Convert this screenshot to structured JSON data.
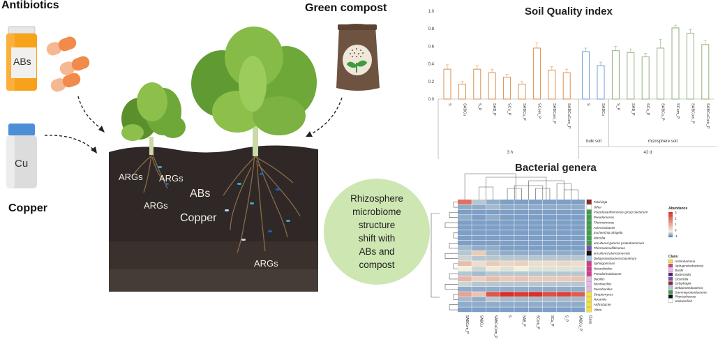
{
  "labels": {
    "antibiotics": "Antibiotics",
    "green_compost": "Green compost",
    "copper": "Copper",
    "abs_jar": "ABs",
    "cu_jar": "Cu",
    "args1": "ARGs",
    "args2": "ARGs",
    "args3": "ARGs",
    "args4": "ARGs",
    "soil_abs": "ABs",
    "soil_copper": "Copper",
    "bubble": "Rhizosphere\nmicrobiome\nstructure\nshift with\nABs and\ncompost"
  },
  "chart_data": [
    {
      "type": "bar",
      "title": "Soil Quality index",
      "ylim": [
        0,
        1.0
      ],
      "yticks": [
        "0.0",
        "0.2",
        "0.4",
        "0.6",
        "0.8",
        "1.0"
      ],
      "categories": [
        "S",
        "SABCu",
        "S_P",
        "SAB_P",
        "SCu_P",
        "SABCu_P",
        "SCom_P",
        "SABCom_P",
        "SABCuCom_P",
        "S",
        "SABCu",
        "S_P",
        "SAB_P",
        "SCu_P",
        "SABCu_P",
        "SCom_P",
        "SABCom_P",
        "SABCuCom_P"
      ],
      "values": [
        0.34,
        0.17,
        0.34,
        0.3,
        0.25,
        0.17,
        0.58,
        0.33,
        0.3,
        0.54,
        0.38,
        0.55,
        0.53,
        0.48,
        0.58,
        0.81,
        0.75,
        0.62
      ],
      "errors": [
        0.05,
        0.03,
        0.04,
        0.04,
        0.03,
        0.03,
        0.06,
        0.04,
        0.04,
        0.04,
        0.04,
        0.05,
        0.04,
        0.04,
        0.1,
        0.03,
        0.04,
        0.05
      ],
      "groups": [
        {
          "label": "3 h",
          "from": 0,
          "to": 8
        },
        {
          "label": "bulk soil",
          "from": 9,
          "to": 10
        },
        {
          "label": "42 d",
          "from": 9,
          "to": 17
        },
        {
          "label": "rhizosphere soil",
          "from": 11,
          "to": 17
        }
      ],
      "colors": {
        "early": "#d9904f",
        "bulk": "#6e9fd6",
        "late": "#8fb07a"
      }
    },
    {
      "type": "heatmap",
      "title": "Bacterial genera",
      "columns": [
        "SABCom_P",
        "SABCu",
        "SABCuCom_P",
        "S",
        "SAB_P",
        "SCom_P",
        "SCu_P",
        "S_P",
        "SABCu_P"
      ],
      "rows": [
        "Fulvivirga",
        "Other",
        "Pseudoxanthomonas group bacterium",
        "Pseudomonas",
        "Thermomonas",
        "Achromobacter",
        "Escherichia-Shigella",
        "Massilia",
        "uncultured gamma proteobacterium",
        "Thermodesulfitimonas",
        "uncultured planctomycete",
        "Deltaproteobacteria bacterium",
        "Sphingomonas",
        "Nocardioides",
        "Pseudorhodobacter",
        "Bacillus",
        "Brevibacillus",
        "Paenibacillus",
        "Streptomyces",
        "Nocardia",
        "Arthrobacter",
        "Vibrio"
      ],
      "row_class": [
        "Cytophagia",
        "Unclassified",
        "Gammaproteobacteria",
        "Gammaproteobacteria",
        "Gammaproteobacteria",
        "Gammaproteobacteria",
        "Gammaproteobacteria",
        "Gammaproteobacteria",
        "Gammaproteobacteria",
        "Clostridia",
        "Phycisphaerae",
        "Deltaproteobacteria",
        "Alphaproteobacteria",
        "Alphaproteobacteria",
        "Alphaproteobacteria",
        "Bacilli",
        "Bacilli",
        "Bacilli",
        "Actinobacteria",
        "Actinobacteria",
        "Actinobacteria",
        "Actinobacteria"
      ],
      "values": [
        [
          2.0,
          -0.3,
          -0.5,
          -0.6,
          -0.6,
          -0.6,
          -0.6,
          -0.6,
          -0.6
        ],
        [
          -0.5,
          -0.5,
          -0.4,
          -0.5,
          -0.5,
          -0.5,
          -0.5,
          -0.5,
          -0.5
        ],
        [
          -0.6,
          -0.6,
          -0.6,
          -0.6,
          -0.6,
          -0.6,
          -0.6,
          -0.6,
          -0.6
        ],
        [
          -0.5,
          -0.6,
          -0.5,
          -0.6,
          -0.6,
          -0.6,
          -0.6,
          -0.6,
          -0.6
        ],
        [
          -0.6,
          -0.6,
          -0.6,
          -0.6,
          -0.6,
          -0.6,
          -0.6,
          -0.6,
          -0.6
        ],
        [
          -0.6,
          -0.6,
          -0.6,
          -0.6,
          -0.6,
          -0.6,
          -0.6,
          -0.6,
          -0.6
        ],
        [
          -0.6,
          -0.6,
          -0.6,
          -0.6,
          -0.6,
          -0.6,
          -0.6,
          -0.6,
          -0.6
        ],
        [
          -0.6,
          -0.6,
          -0.6,
          -0.6,
          -0.6,
          -0.6,
          -0.6,
          -0.6,
          -0.6
        ],
        [
          -0.6,
          -0.6,
          -0.6,
          -0.6,
          -0.6,
          -0.6,
          -0.6,
          -0.6,
          -0.6
        ],
        [
          -0.4,
          -0.5,
          -0.5,
          -0.6,
          -0.6,
          -0.6,
          -0.6,
          -0.6,
          -0.6
        ],
        [
          -0.3,
          0.6,
          -0.4,
          -0.5,
          -0.5,
          -0.5,
          -0.5,
          -0.5,
          -0.5
        ],
        [
          -0.2,
          -0.3,
          -0.3,
          -0.3,
          -0.3,
          -0.3,
          -0.3,
          -0.3,
          -0.3
        ],
        [
          0.8,
          0.3,
          0.6,
          0.4,
          0.5,
          0.3,
          0.3,
          0.4,
          0.3
        ],
        [
          0.0,
          -0.2,
          0.1,
          -0.1,
          0.0,
          -0.1,
          -0.1,
          -0.1,
          -0.1
        ],
        [
          -0.3,
          -0.4,
          -0.3,
          -0.3,
          -0.3,
          -0.3,
          -0.3,
          -0.3,
          -0.3
        ],
        [
          0.9,
          0.5,
          0.8,
          0.6,
          0.7,
          0.6,
          0.6,
          0.6,
          0.7
        ],
        [
          -0.2,
          -0.3,
          -0.3,
          -0.3,
          -0.3,
          -0.3,
          -0.3,
          -0.3,
          -0.3
        ],
        [
          -0.5,
          -0.5,
          -0.5,
          -0.5,
          -0.5,
          -0.5,
          -0.5,
          -0.5,
          -0.5
        ],
        [
          1.2,
          0.7,
          2.4,
          3.0,
          2.8,
          3.0,
          2.5,
          2.7,
          2.3
        ],
        [
          -0.4,
          -0.5,
          -0.3,
          -0.4,
          -0.4,
          -0.4,
          -0.4,
          -0.4,
          -0.4
        ],
        [
          -0.5,
          -0.5,
          -0.5,
          -0.5,
          -0.5,
          -0.5,
          -0.5,
          -0.5,
          -0.5
        ],
        [
          -0.6,
          -0.6,
          -0.6,
          -0.6,
          -0.6,
          -0.6,
          -0.6,
          -0.6,
          -0.6
        ]
      ],
      "class_colors": {
        "Actinobacteria": "#f4e23a",
        "Alphaproteobacteria": "#d83a8a",
        "Bacilli": "#e6b8e8",
        "Bacteroidia": "#5a2070",
        "Clostridia": "#7b4fb8",
        "Cytophagia": "#8b2a2a",
        "Deltaproteobacteria": "#9ec9e4",
        "Gammaproteobacteria": "#3ca04a",
        "Phycisphaerae": "#111111",
        "Unclassified": "#ffffff"
      },
      "legend_title_abundance": "Abundance",
      "legend_ticks": [
        "3",
        "2",
        "1",
        "0",
        "-1"
      ],
      "legend_title_class": "Class",
      "class_label": "Class"
    }
  ]
}
